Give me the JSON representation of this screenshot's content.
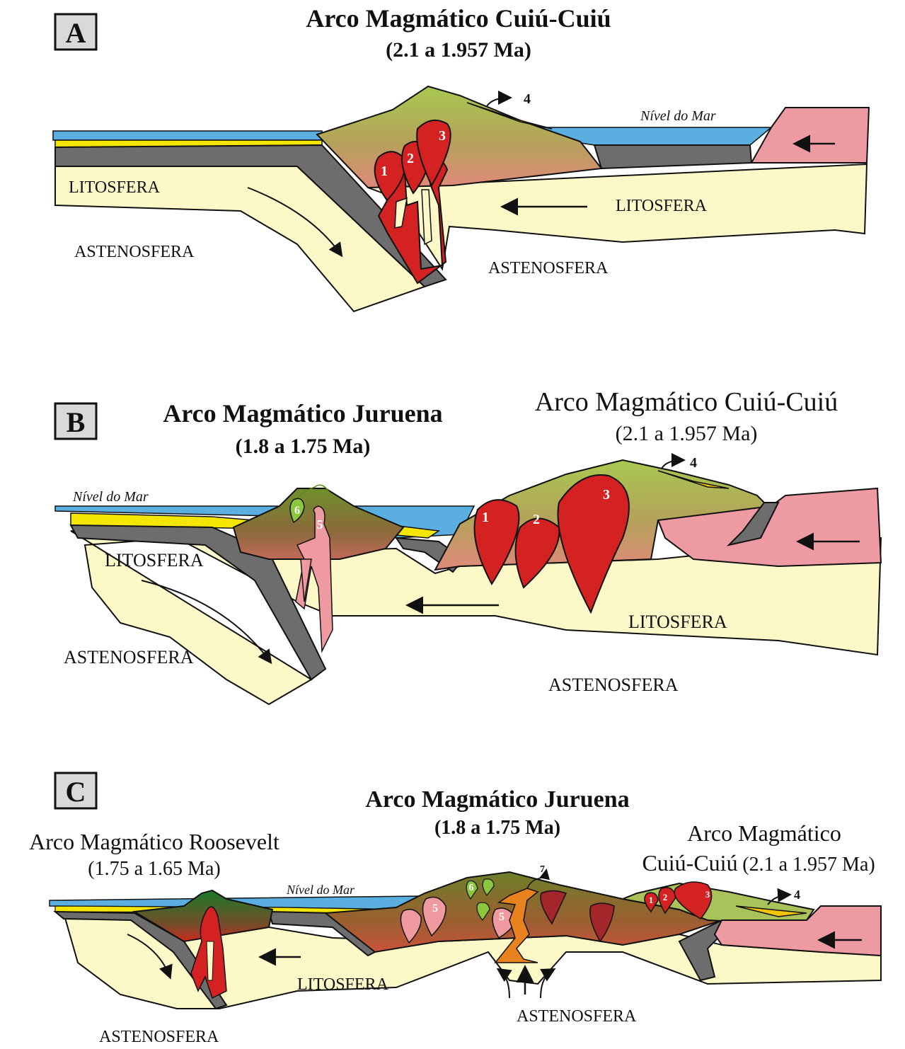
{
  "panel_a": {
    "letter": "A",
    "title": "Arco Magmático Cuiú-Cuiú",
    "age": "(2.1 a 1.957 Ma)",
    "sea_level": "Nível do Mar",
    "litosfera_left": "LITOSFERA",
    "litosfera_right": "LITOSFERA",
    "astenosfera_left": "ASTENOSFERA",
    "astenosfera_right": "ASTENOSFERA",
    "pluton_1": "1",
    "pluton_2": "2",
    "pluton_3": "3",
    "marker_4": "4"
  },
  "panel_b": {
    "letter": "B",
    "title_juruena": "Arco Magmático Juruena",
    "age_juruena": "(1.8 a 1.75 Ma)",
    "title_cuiu": "Arco Magmático Cuiú-Cuiú",
    "age_cuiu": "(2.1 a 1.957 Ma)",
    "sea_level": "Nível do Mar",
    "litosfera_left": "LITOSFERA",
    "litosfera_right": "LITOSFERA",
    "astenosfera_left": "ASTENOSFERA",
    "astenosfera_right": "ASTENOSFERA",
    "pluton_1": "1",
    "pluton_2": "2",
    "pluton_3": "3",
    "marker_4": "4",
    "pluton_5": "5",
    "pluton_6": "6"
  },
  "panel_c": {
    "letter": "C",
    "title_juruena": "Arco Magmático Juruena",
    "age_juruena": "(1.8 a 1.75 Ma)",
    "title_roosevelt": "Arco Magmático Roosevelt",
    "age_roosevelt": "(1.75 a 1.65 Ma)",
    "title_cuiu_line1": "Arco Magmático",
    "title_cuiu_line2": "Cuiú-Cuiú",
    "age_cuiu": "(2.1 a 1.957 Ma)",
    "sea_level": "Nível do Mar",
    "litosfera": "LITOSFERA",
    "astenosfera_left": "ASTENOSFERA",
    "astenosfera_center": "ASTENOSFERA",
    "pluton_1": "1",
    "pluton_2": "2",
    "pluton_3": "3",
    "marker_4": "4",
    "pluton_5a": "5",
    "pluton_5b": "5",
    "pluton_6": "6",
    "marker_7": "7"
  },
  "colors": {
    "ocean": "#5aaee0",
    "sediment": "#f5e600",
    "lithosphere": "#fdf8c8",
    "oceanic_crust": "#6d6d6d",
    "arc_crust_top": "#a6c44a",
    "arc_crust_bottom": "#d98a72",
    "pluton_red": "#d42222",
    "pluton_pink": "#ef9aa0",
    "pluton_green": "#8cc63f",
    "pluton_dark_red": "#a3262a",
    "continent_pink": "#ee9aa2",
    "magma_orange": "#e8821e"
  }
}
